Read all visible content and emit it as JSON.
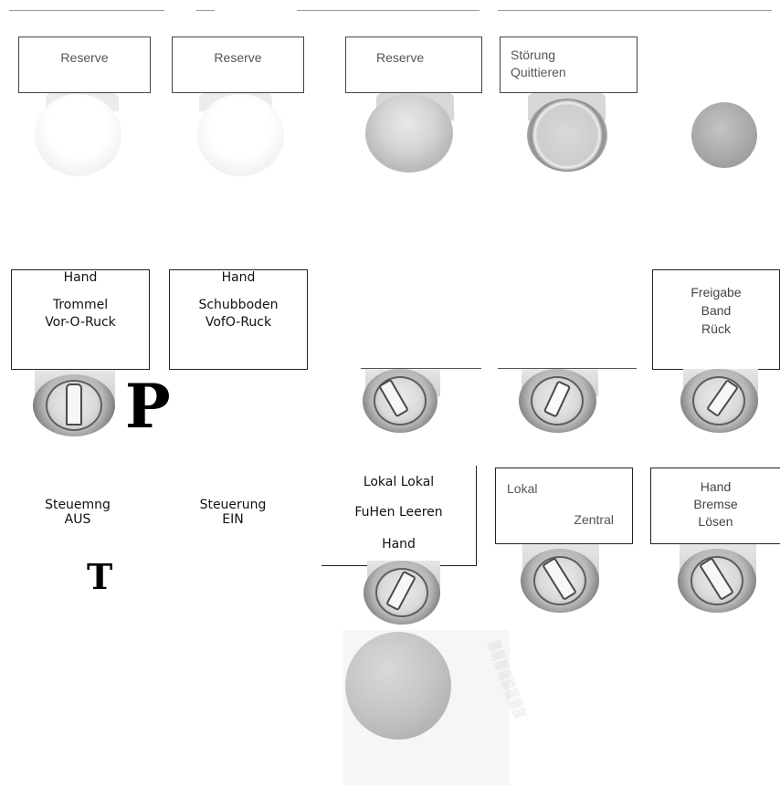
{
  "top_labels": {
    "reserve_1": "Reserve",
    "reserve_2": "Reserve",
    "reserve_3": "Reserve",
    "stoerung_line1": "Störung",
    "stoerung_line2": "Quittieren"
  },
  "middle_labels": {
    "hand_trommel": [
      "Hand",
      "Trommel",
      "Vor-O-Ruck"
    ],
    "hand_schubboden": [
      "Hand",
      "Schubboden",
      "VofO-Ruck"
    ],
    "freigabe": [
      "Freigabe",
      "Band",
      "Rück"
    ]
  },
  "lower_labels": {
    "lokal_fuellen": [
      "Lokal Lokal",
      "FuHen Leeren",
      "Hand"
    ],
    "lokal_zentral": [
      "Lokal",
      "Zentral"
    ],
    "hand_bremse": [
      "Hand",
      "Bremse",
      "Lösen"
    ]
  },
  "plain_text": {
    "steuerung_aus": [
      "Steuemng",
      "AUS"
    ],
    "steuerung_ein": [
      "Steuerung",
      "EIN"
    ]
  },
  "markers": {
    "p": "P",
    "t": "T"
  },
  "colors": {
    "background": "#ffffff",
    "border": "#444444",
    "switch_metal": "#b8b8b8"
  }
}
